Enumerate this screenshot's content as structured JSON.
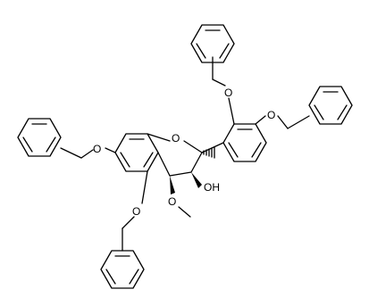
{
  "structure": {
    "labels": {
      "ring_oxygen": "O",
      "benzyloxy_top_o": "O",
      "benzyloxy_right_o": "O",
      "benzyloxy_left_o": "O",
      "benzyloxy_bottom_o": "O",
      "methoxy_o": "O",
      "hydroxyl": "OH"
    },
    "colors": {
      "line": "#000000",
      "background": "#ffffff"
    }
  }
}
